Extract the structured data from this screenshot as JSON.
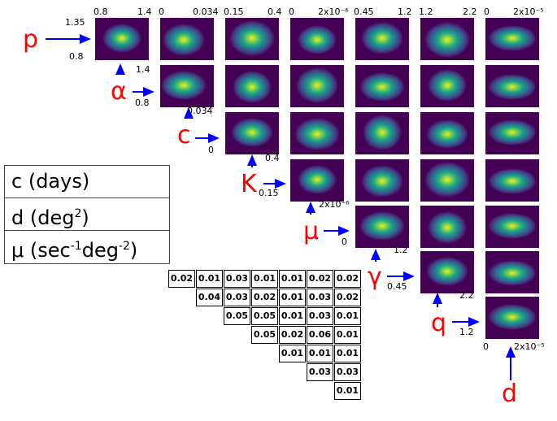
{
  "colors": {
    "panel_bg": "#440154",
    "panel_stops": [
      "#46317e",
      "#365c8d",
      "#277f8e",
      "#1fa187",
      "#4ac16d",
      "#a0da39",
      "#fde725"
    ],
    "label": "#ff0000",
    "arrow": "#0000ff"
  },
  "params": [
    {
      "symbol": "p",
      "min": "0.8",
      "max": "1.35"
    },
    {
      "symbol": "α",
      "min": "0.8",
      "max": "1.4"
    },
    {
      "symbol": "c",
      "min": "0",
      "max": "0.034"
    },
    {
      "symbol": "K",
      "min": "0.15",
      "max": "0.4"
    },
    {
      "symbol": "μ",
      "min": "0",
      "max": "2x10⁻⁶"
    },
    {
      "symbol": "γ",
      "min": "0.45",
      "max": "1.2"
    },
    {
      "symbol": "q",
      "min": "1.2",
      "max": "2.2"
    },
    {
      "symbol": "d",
      "min": "0",
      "max": "2x10⁻⁵"
    }
  ],
  "top_ticks": [
    {
      "min": "0.8",
      "max": "1.4"
    },
    {
      "min": "0",
      "max": "0.034"
    },
    {
      "min": "0.15",
      "max": "0.4"
    },
    {
      "min": "0",
      "max": "2x10⁻⁶"
    },
    {
      "min": "0.45",
      "max": "1.2"
    },
    {
      "min": "1.2",
      "max": "2.2"
    },
    {
      "min": "0",
      "max": "2x10⁻⁵"
    }
  ],
  "units_table": [
    {
      "sym": "c",
      "text": " (days)"
    },
    {
      "sym": "d",
      "text": " (deg",
      "sup": "2",
      "tail": ")"
    },
    {
      "sym": "μ",
      "text": " (sec",
      "sup": "-1",
      "mid": "deg",
      "sup2": "-2",
      "tail": ")"
    }
  ],
  "correlation_table": [
    [
      "0.02",
      "0.01",
      "0.03",
      "0.01",
      "0.01",
      "0.02",
      "0.02"
    ],
    [
      "0.04",
      "0.03",
      "0.02",
      "0.01",
      "0.03",
      "0.02"
    ],
    [
      "0.05",
      "0.05",
      "0.01",
      "0.03",
      "0.01"
    ],
    [
      "0.05",
      "0.02",
      "0.06",
      "0.01"
    ],
    [
      "0.01",
      "0.01",
      "0.01"
    ],
    [
      "0.03",
      "0.03"
    ],
    [
      "0.01"
    ]
  ]
}
